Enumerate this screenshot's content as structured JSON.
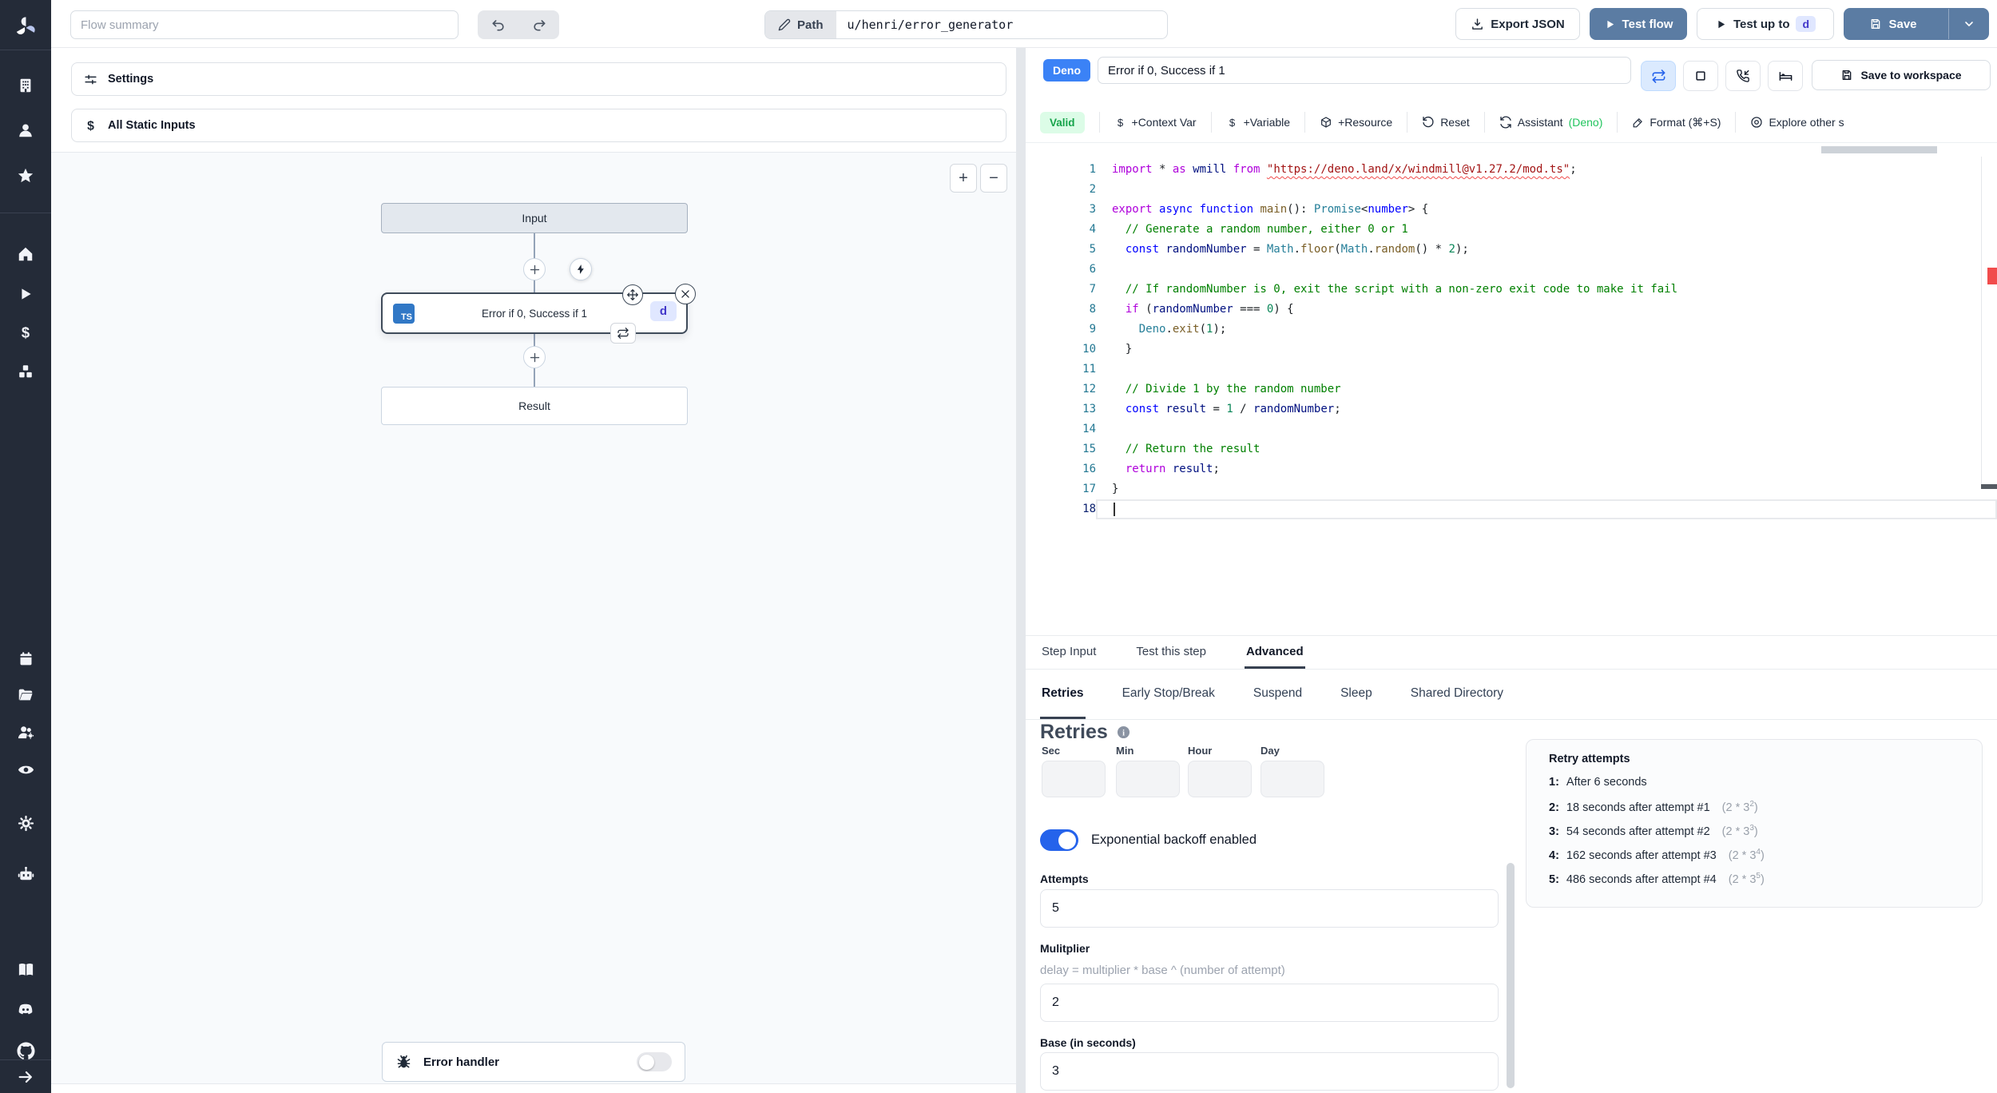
{
  "colors": {
    "accent_blue": "#5b7ca3",
    "deno_badge_blue": "#3b82f6",
    "ts_badge_blue": "#3178c6",
    "toggle_blue": "#2563eb",
    "valid_green_bg": "#dcfce7",
    "valid_green_text": "#16a34a",
    "assistant_deno_green": "#22c55e",
    "sidebar_bg": "#242b38",
    "id_badge_bg": "#e0e7ff",
    "id_badge_text": "#4338ca",
    "error_marker_red": "#f14c4c"
  },
  "sidebar": {
    "icons": [
      "windmill-logo",
      "building",
      "user",
      "star",
      "home",
      "play",
      "dollar",
      "boxes",
      "calendar",
      "folder",
      "users-cog",
      "eye",
      "gear",
      "robot",
      "book",
      "discord",
      "github",
      "arrow-right"
    ]
  },
  "topbar": {
    "flow_summary_placeholder": "Flow summary",
    "path_label": "Path",
    "path_value": "u/henri/error_generator",
    "export_json": "Export JSON",
    "test_flow": "Test flow",
    "test_up_to": "Test up to",
    "test_up_to_badge": "d",
    "save": "Save"
  },
  "flow": {
    "settings_label": "Settings",
    "static_inputs_label": "All Static Inputs",
    "input_node": "Input",
    "step_title": "Error if 0, Success if 1",
    "step_lang": "TS",
    "step_id": "d",
    "result_node": "Result",
    "error_handler_label": "Error handler"
  },
  "editor": {
    "lang_badge": "Deno",
    "title_value": "Error if 0, Success if 1",
    "save_workspace": "Save to workspace",
    "toolbar": {
      "valid": "Valid",
      "context_var": "+Context Var",
      "variable": "+Variable",
      "resource": "+Resource",
      "reset": "Reset",
      "assistant": "Assistant",
      "assistant_lang": "(Deno)",
      "format": "Format (⌘+S)",
      "explore": "Explore other s"
    },
    "code": {
      "active_line": 18,
      "lines": [
        [
          [
            "k",
            "import "
          ],
          [
            "o",
            "* "
          ],
          [
            "k",
            "as "
          ],
          [
            "v",
            "wmill "
          ],
          [
            "k",
            "from "
          ],
          [
            "e",
            "\"https://deno.land/x/windmill@v1.27.2/mod.ts\""
          ],
          [
            "o",
            ";"
          ]
        ],
        [],
        [
          [
            "k",
            "export "
          ],
          [
            "b",
            "async "
          ],
          [
            "b",
            "function "
          ],
          [
            "f",
            "main"
          ],
          [
            "o",
            "(): "
          ],
          [
            "t",
            "Promise"
          ],
          [
            "o",
            "<"
          ],
          [
            "b",
            "number"
          ],
          [
            "o",
            "> {"
          ]
        ],
        [
          [
            "c",
            "  // Generate a random number, either 0 or 1"
          ]
        ],
        [
          [
            "o",
            "  "
          ],
          [
            "b",
            "const "
          ],
          [
            "v",
            "randomNumber "
          ],
          [
            "o",
            "= "
          ],
          [
            "t",
            "Math"
          ],
          [
            "o",
            "."
          ],
          [
            "f",
            "floor"
          ],
          [
            "o",
            "("
          ],
          [
            "t",
            "Math"
          ],
          [
            "o",
            "."
          ],
          [
            "f",
            "random"
          ],
          [
            "o",
            "() * "
          ],
          [
            "n",
            "2"
          ],
          [
            "o",
            ");"
          ]
        ],
        [],
        [
          [
            "c",
            "  // If randomNumber is 0, exit the script with a non-zero exit code to make it fail"
          ]
        ],
        [
          [
            "o",
            "  "
          ],
          [
            "k",
            "if "
          ],
          [
            "o",
            "("
          ],
          [
            "v",
            "randomNumber "
          ],
          [
            "o",
            "=== "
          ],
          [
            "n",
            "0"
          ],
          [
            "o",
            ") {"
          ]
        ],
        [
          [
            "o",
            "    "
          ],
          [
            "t",
            "Deno"
          ],
          [
            "o",
            "."
          ],
          [
            "f",
            "exit"
          ],
          [
            "o",
            "("
          ],
          [
            "n",
            "1"
          ],
          [
            "o",
            ");"
          ]
        ],
        [
          [
            "o",
            "  }"
          ]
        ],
        [],
        [
          [
            "c",
            "  // Divide 1 by the random number"
          ]
        ],
        [
          [
            "o",
            "  "
          ],
          [
            "b",
            "const "
          ],
          [
            "v",
            "result "
          ],
          [
            "o",
            "= "
          ],
          [
            "n",
            "1"
          ],
          [
            "o",
            " / "
          ],
          [
            "v",
            "randomNumber"
          ],
          [
            "o",
            ";"
          ]
        ],
        [],
        [
          [
            "c",
            "  // Return the result"
          ]
        ],
        [
          [
            "o",
            "  "
          ],
          [
            "k",
            "return "
          ],
          [
            "v",
            "result"
          ],
          [
            "o",
            ";"
          ]
        ],
        [
          [
            "o",
            "}"
          ]
        ],
        []
      ]
    }
  },
  "bottom": {
    "tabs": [
      "Step Input",
      "Test this step",
      "Advanced"
    ],
    "active_tab": "Advanced",
    "subtabs": [
      "Retries",
      "Early Stop/Break",
      "Suspend",
      "Sleep",
      "Shared Directory"
    ],
    "active_subtab": "Retries",
    "retries": {
      "heading": "Retries",
      "time_labels": [
        "Sec",
        "Min",
        "Hour",
        "Day"
      ],
      "backoff_label": "Exponential backoff enabled",
      "attempts_label": "Attempts",
      "attempts_value": "5",
      "multiplier_label": "Mulitplier",
      "multiplier_help": "delay = multiplier * base ^ (number of attempt)",
      "multiplier_value": "2",
      "base_label": "Base (in seconds)",
      "base_value": "3",
      "retry_attempts": {
        "title": "Retry attempts",
        "items": [
          {
            "n": "1:",
            "text": "After 6 seconds",
            "f_pre": "",
            "f_sup": "",
            "f_post": ""
          },
          {
            "n": "2:",
            "text": "18 seconds after attempt #1",
            "f_pre": "(2 * 3",
            "f_sup": "2",
            "f_post": ")"
          },
          {
            "n": "3:",
            "text": "54 seconds after attempt #2",
            "f_pre": "(2 * 3",
            "f_sup": "3",
            "f_post": ")"
          },
          {
            "n": "4:",
            "text": "162 seconds after attempt #3",
            "f_pre": "(2 * 3",
            "f_sup": "4",
            "f_post": ")"
          },
          {
            "n": "5:",
            "text": "486 seconds after attempt #4",
            "f_pre": "(2 * 3",
            "f_sup": "5",
            "f_post": ")"
          }
        ]
      }
    }
  }
}
